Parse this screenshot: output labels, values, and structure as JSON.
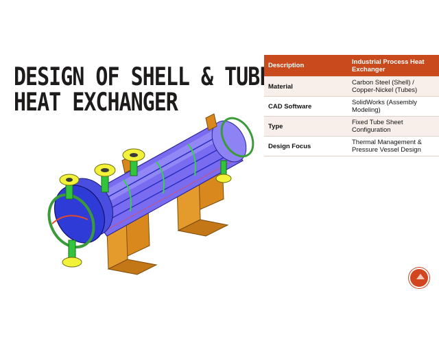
{
  "slide": {
    "title_lines": [
      "DESIGN OF SHELL & TUBE",
      "HEAT EXCHANGER"
    ]
  },
  "table": {
    "header": {
      "label": "Description",
      "value": "Industrial Process Heat Exchanger"
    },
    "rows": [
      {
        "label": "Material",
        "value": "Carbon Steel (Shell) / Copper-Nickel (Tubes)"
      },
      {
        "label": "CAD Software",
        "value": "SolidWorks (Assembly Modeling)"
      },
      {
        "label": "Type",
        "value": "Fixed Tube Sheet Configuration"
      },
      {
        "label": "Design Focus",
        "value": "Thermal Management & Pressure Vessel Design"
      }
    ]
  },
  "image": {
    "subject": "shell-and-tube heat exchanger CAD model"
  },
  "colors": {
    "accent": "#c84a1d",
    "shell": "#7a6cf0",
    "saddle": "#d9881e",
    "nozzle": "#32c43c",
    "flange": "#f2f23a",
    "channel": "#2f3bd6"
  },
  "nav": {
    "icon": "up-arrow-icon"
  }
}
